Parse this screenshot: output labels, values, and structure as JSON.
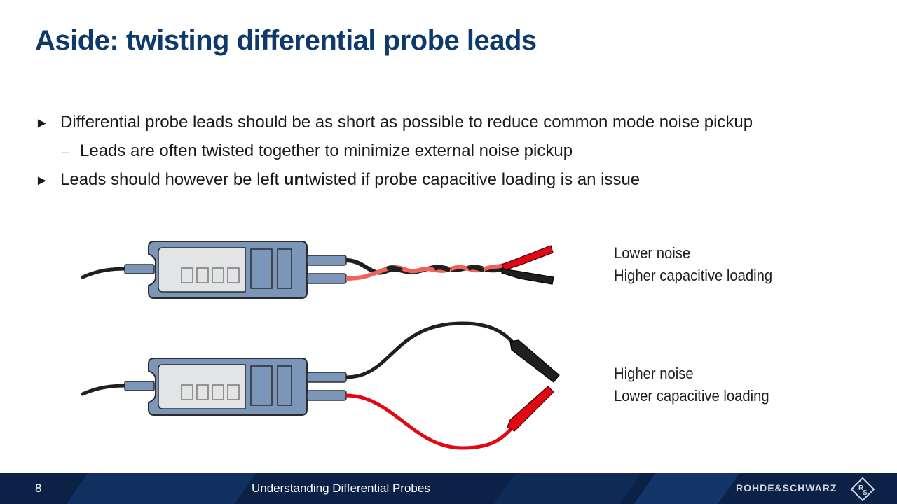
{
  "title": "Aside: twisting differential probe leads",
  "bullets": [
    {
      "marker": "►",
      "text": "Differential probe leads should be as short as possible to reduce common mode noise pickup"
    },
    {
      "marker": "–",
      "text": "Leads are often twisted together to minimize external noise pickup"
    },
    {
      "marker": "►",
      "text_before": "Leads should however be left ",
      "text_bold": "un",
      "text_after": "twisted if probe capacitive loading is an issue"
    }
  ],
  "figure": {
    "twisted": {
      "caption_line1": "Lower noise",
      "caption_line2": "Higher capacitive loading"
    },
    "untwisted": {
      "caption_line1": "Higher noise",
      "caption_line2": "Lower capacitive loading"
    },
    "colors": {
      "probe_body": "#7b96b8",
      "probe_face": "#e3e4e6",
      "probe_outline": "#2b2b2b",
      "lead_black": "#1f1f1f",
      "lead_red": "#e30613",
      "lead_red_light": "#f0625a"
    }
  },
  "footer": {
    "page_number": "8",
    "text": "Understanding Differential Probes",
    "brand": "ROHDE&SCHWARZ",
    "logo_icon": "rs-logo-icon",
    "colors": {
      "background": "#0b2146",
      "text": "#ffffff"
    }
  }
}
